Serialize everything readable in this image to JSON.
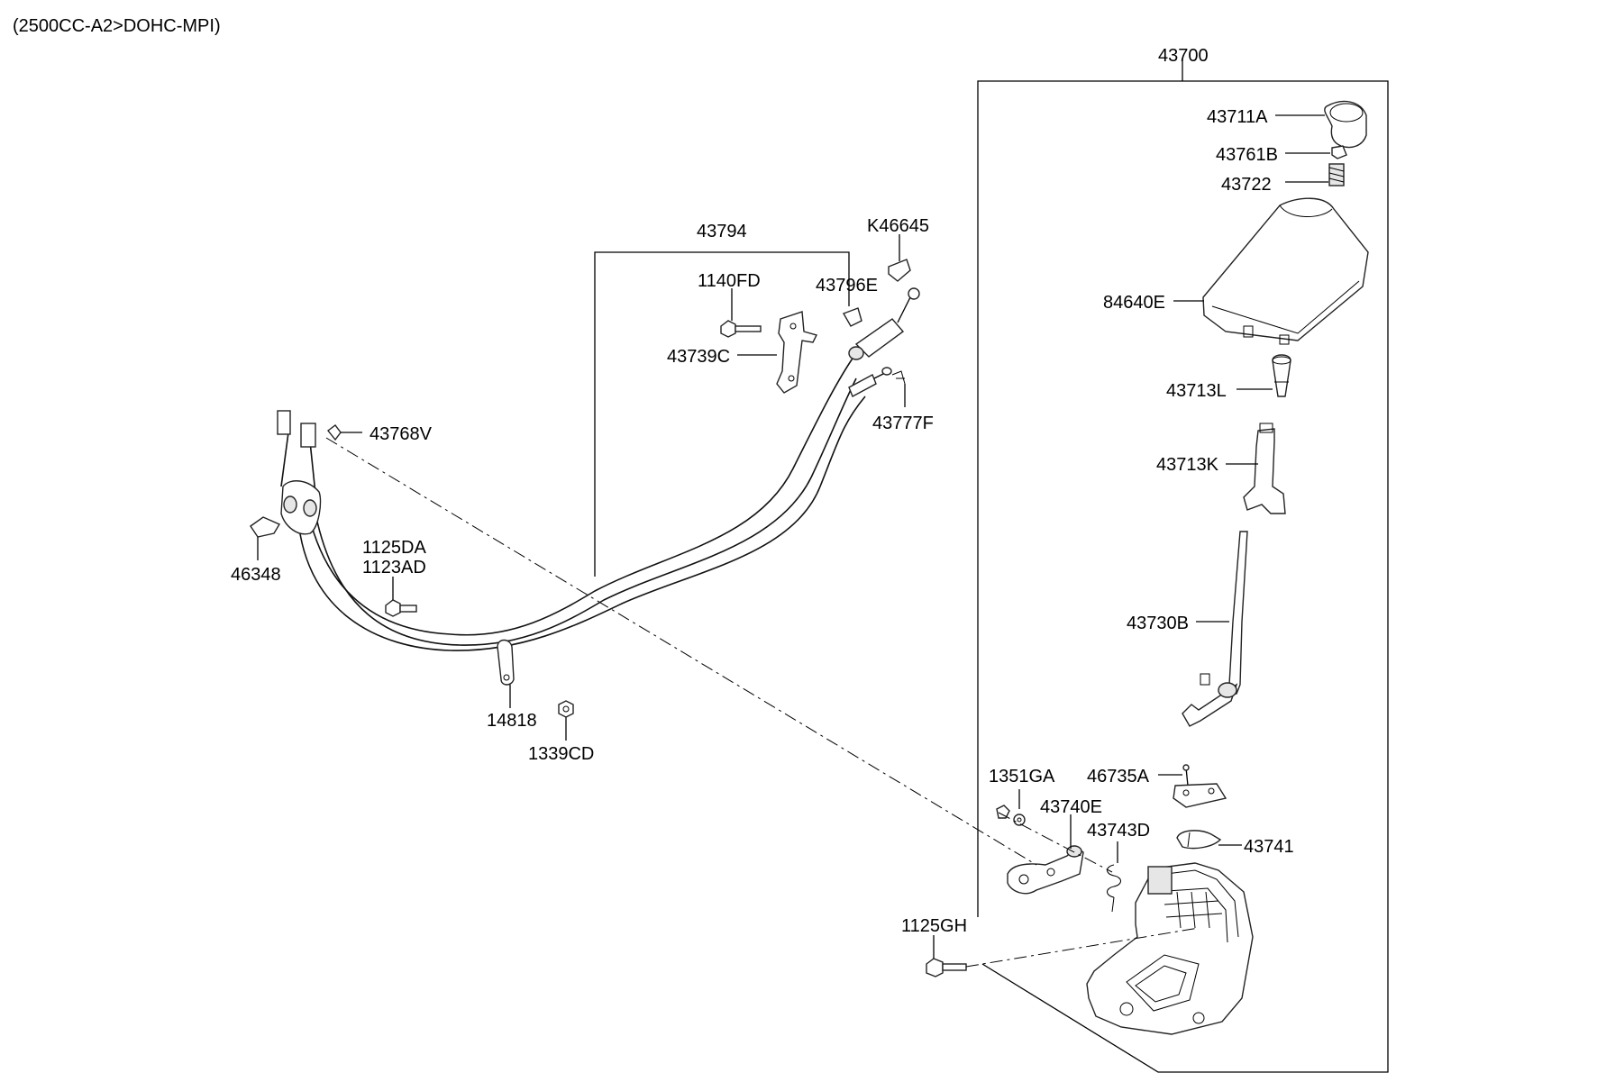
{
  "header": {
    "variant": "(2500CC-A2>DOHC-MPI)"
  },
  "callouts": {
    "assembly_43700": "43700",
    "p43711A": "43711A",
    "p43761B": "43761B",
    "p43722": "43722",
    "p84640E": "84640E",
    "p43713L": "43713L",
    "p43713K": "43713K",
    "p43730B": "43730B",
    "p46735A": "46735A",
    "p1351GA": "1351GA",
    "p43740E": "43740E",
    "p43743D": "43743D",
    "p43741": "43741",
    "p1125GH": "1125GH",
    "assembly_43794": "43794",
    "pK46645": "K46645",
    "p1140FD": "1140FD",
    "p43796E": "43796E",
    "p43739C": "43739C",
    "p43777F": "43777F",
    "p43768V": "43768V",
    "p46348": "46348",
    "p1125DA": "1125DA",
    "p1123AD": "1123AD",
    "p14818": "14818",
    "p1339CD": "1339CD"
  }
}
